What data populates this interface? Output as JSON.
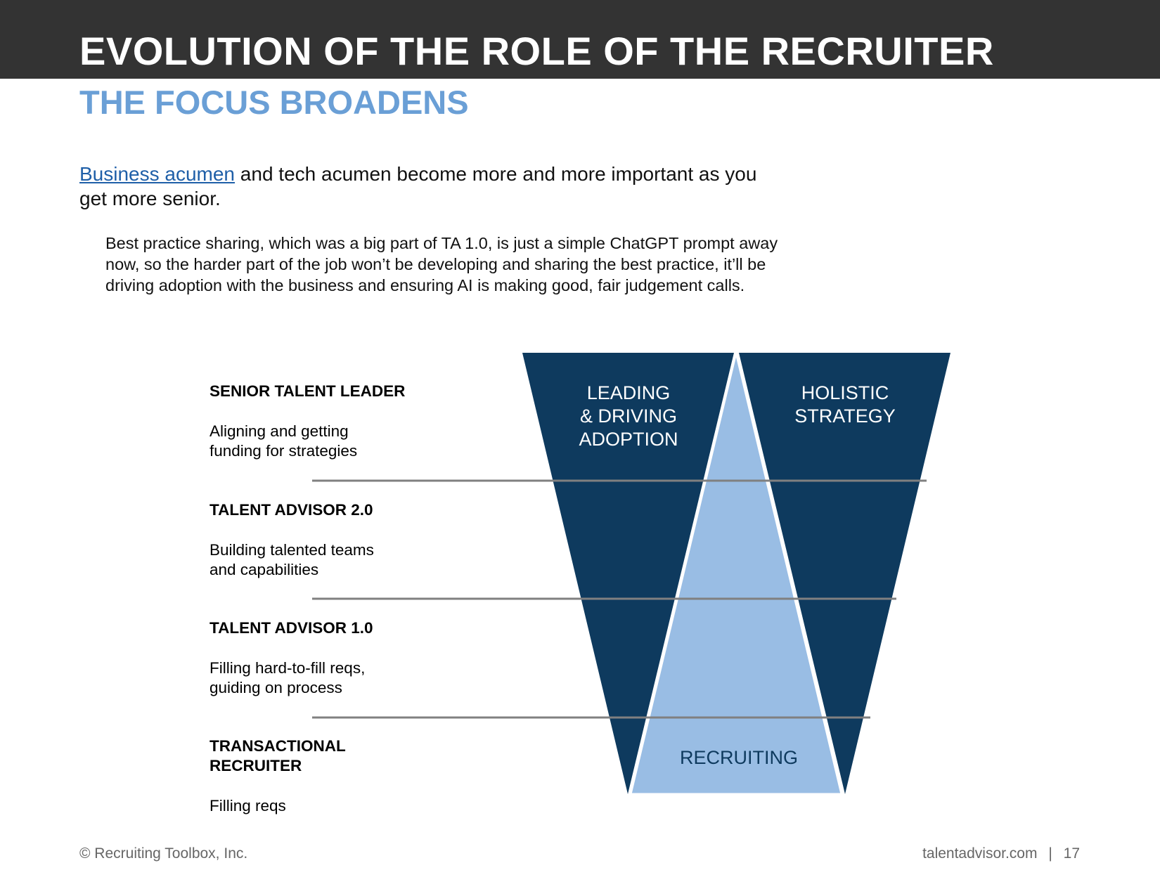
{
  "header": {
    "title": "EVOLUTION OF THE ROLE OF THE RECRUITER",
    "subtitle": "THE FOCUS BROADENS"
  },
  "intro": {
    "link_text": "Business acumen",
    "text": " and tech acumen become more and more important as you get more senior."
  },
  "quote": "Best practice sharing, which was a big part of TA 1.0, is just a simple ChatGPT prompt away now, so the harder part of the job won’t be developing and sharing the best practice, it’ll be driving adoption with the business and ensuring AI is making good, fair judgement calls.",
  "levels": [
    {
      "title": "SENIOR TALENT LEADER",
      "desc": "Aligning and getting funding for strategies"
    },
    {
      "title": "TALENT ADVISOR 2.0",
      "desc": "Building talented teams and capabilities"
    },
    {
      "title": "TALENT ADVISOR 1.0",
      "desc": "Filling hard-to-fill reqs, guiding on process"
    },
    {
      "title": "TRANSACTIONAL RECRUITER",
      "desc": "Filling reqs"
    }
  ],
  "diagram": {
    "left_label": [
      "LEADING",
      "& DRIVING",
      "ADOPTION"
    ],
    "right_label": [
      "HOLISTIC",
      "STRATEGY"
    ],
    "center_label": "RECRUITING",
    "colors": {
      "dark": "#0e3a5e",
      "light": "#99bde4",
      "divider": "#808080"
    }
  },
  "footer": {
    "copyright": "© Recruiting Toolbox, Inc.",
    "site": "talentadvisor.com",
    "separator": "|",
    "page": "17"
  }
}
